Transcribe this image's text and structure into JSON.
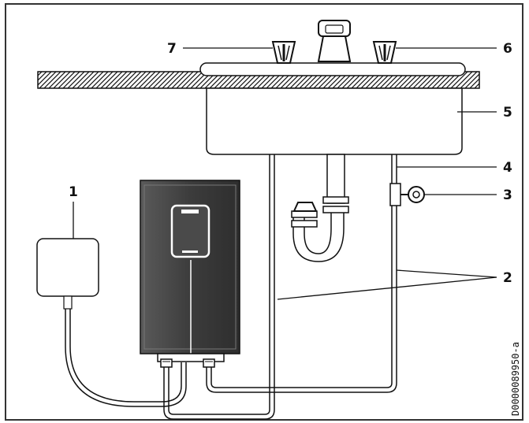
{
  "diagram": {
    "callouts": [
      {
        "id": "1",
        "label": "1"
      },
      {
        "id": "2",
        "label": "2"
      },
      {
        "id": "3",
        "label": "3"
      },
      {
        "id": "4",
        "label": "4"
      },
      {
        "id": "5",
        "label": "5"
      },
      {
        "id": "6",
        "label": "6"
      },
      {
        "id": "7",
        "label": "7"
      }
    ],
    "document_code": "D0000089950-a"
  },
  "colors": {
    "outline": "#111111",
    "frame": "#333333",
    "heater_body": "#3a3a3a",
    "heater_panel": "#4a4a4a",
    "background": "#ffffff"
  }
}
